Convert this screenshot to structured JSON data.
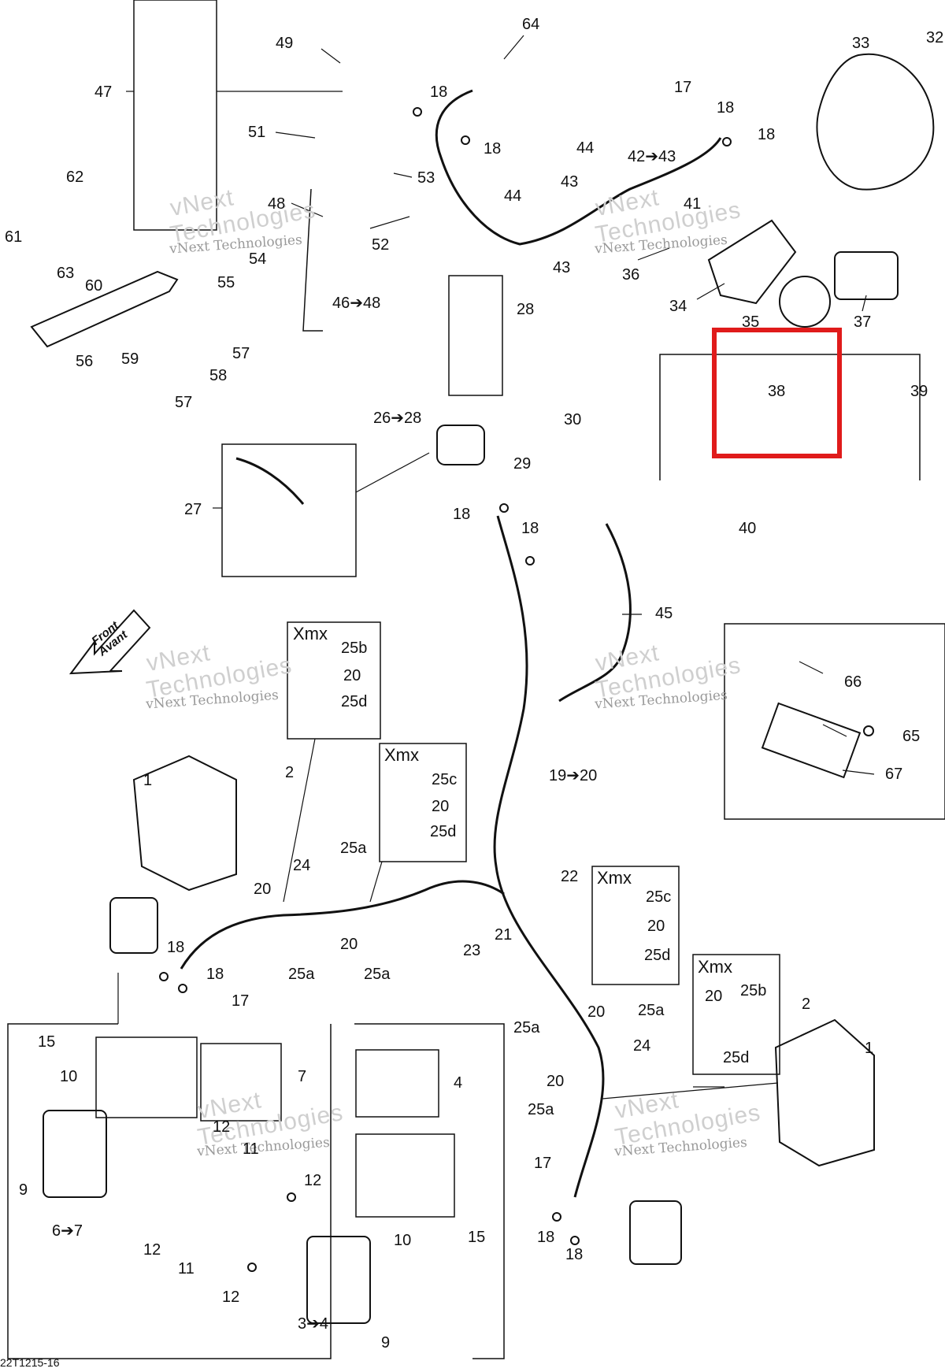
{
  "diagram_id": "22T1215-16",
  "watermark": {
    "line1": "vNext",
    "line2": "Technologies",
    "line3": "vNext Technologies"
  },
  "front_arrow": {
    "line1": "Front",
    "line2": "Avant"
  },
  "highlight_color": "#e01b1b",
  "highlighted_part": "38",
  "xmx_boxes": [
    {
      "title": "Xmx",
      "parts": [
        "25b",
        "20",
        "25d"
      ]
    },
    {
      "title": "Xmx",
      "parts": [
        "25c",
        "20",
        "25d"
      ]
    },
    {
      "title": "Xmx",
      "parts": [
        "25c",
        "20",
        "25d"
      ]
    },
    {
      "title": "Xmx",
      "parts": [
        "20",
        "25b",
        "25d"
      ]
    }
  ],
  "callouts": {
    "c64": "64",
    "c49": "49",
    "c47": "47",
    "c51": "51",
    "c53": "53",
    "c52": "52",
    "c48": "48",
    "c18a": "18",
    "c18b": "18",
    "c17a": "17",
    "c18c": "18",
    "c18d": "18",
    "c44a": "44",
    "c43a": "43",
    "c42": "42➔43",
    "c44b": "44",
    "c43b": "43",
    "c41": "41",
    "c33": "33",
    "c32": "32",
    "c36": "36",
    "c34": "34",
    "c35": "35",
    "c37": "37",
    "c62": "62",
    "c61": "61",
    "c63": "63",
    "c60": "60",
    "c54": "54",
    "c55": "55",
    "c46": "46➔48",
    "c59": "59",
    "c57a": "57",
    "c58": "58",
    "c57b": "57",
    "c56": "56",
    "c28": "28",
    "c2628": "26➔28",
    "c30": "30",
    "c29": "29",
    "c38": "38",
    "c39": "39",
    "c40": "40",
    "c27": "27",
    "c18e": "18",
    "c18f": "18",
    "c45": "45",
    "c66": "66",
    "c65": "65",
    "c67": "67",
    "c1920": "19➔20",
    "c1a": "1",
    "c2a": "2",
    "c25a1": "25a",
    "c24a": "24",
    "c20a": "20",
    "c20b": "20",
    "c25a2": "25a",
    "c25a3": "25a",
    "c22": "22",
    "c21": "21",
    "c23": "23",
    "c18g": "18",
    "c18h": "18",
    "c17b": "17",
    "c25a4": "25a",
    "c20c": "20",
    "c25a5": "25a",
    "c24b": "24",
    "c20d": "20",
    "c25a6": "25a",
    "c2b": "2",
    "c1b": "1",
    "c15a": "15",
    "c10a": "10",
    "c7": "7",
    "c4": "4",
    "c12a": "12",
    "c11a": "11",
    "c9a": "9",
    "c67b": "6➔7",
    "c12b": "12",
    "c12c": "12",
    "c11b": "11",
    "c12d": "12",
    "c10b": "10",
    "c15b": "15",
    "c34b": "3➔4",
    "c9b": "9",
    "c17c": "17",
    "c18i": "18",
    "c18j": "18"
  }
}
